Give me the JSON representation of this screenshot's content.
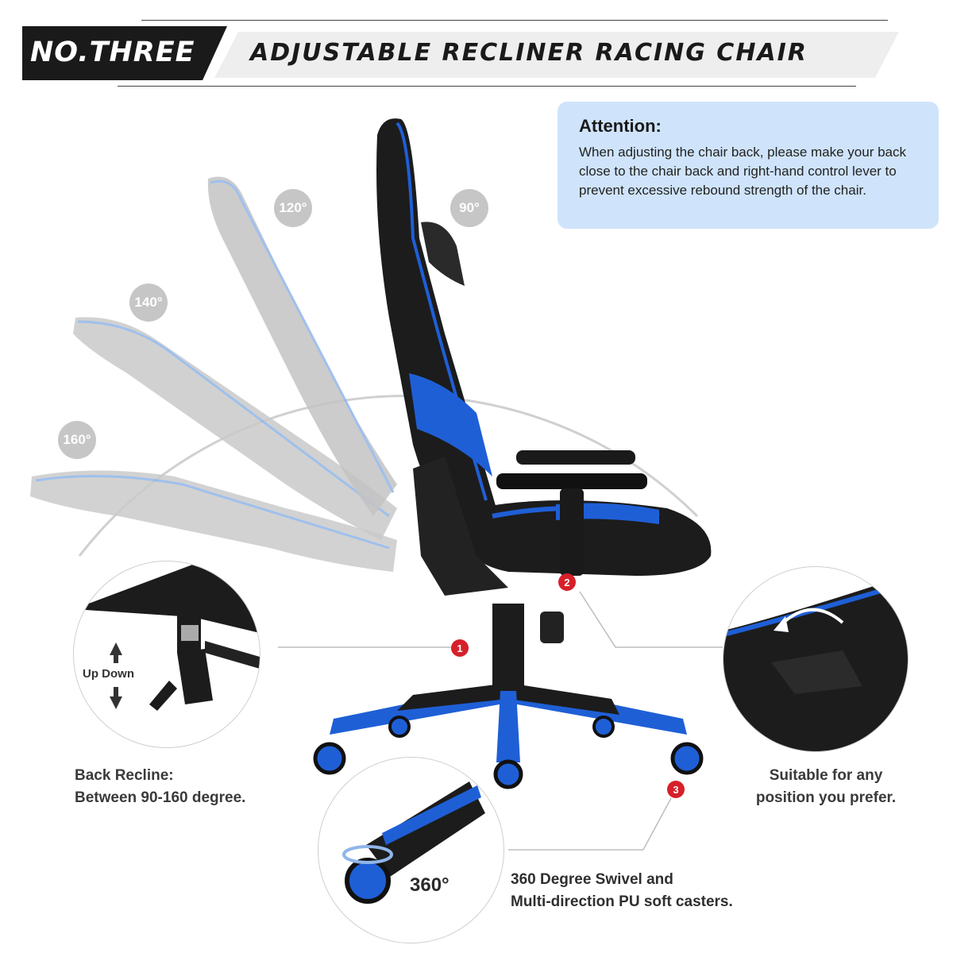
{
  "header": {
    "badge": "NO.THREE",
    "title": "ADJUSTABLE RECLINER RACING CHAIR"
  },
  "attention": {
    "title": "Attention:",
    "body": "When adjusting the chair back, please make your back close to the chair back and right-hand control lever to prevent excessive rebound strength of the chair."
  },
  "angles": [
    "120°",
    "90°",
    "140°",
    "160°"
  ],
  "callouts": {
    "height": {
      "number": "1",
      "label": "Up Down"
    },
    "armrest": {
      "number": "2"
    },
    "caster": {
      "number": "3",
      "label": "360°"
    }
  },
  "captions": {
    "recline_line1": "Back Recline:",
    "recline_line2": "Between 90-160 degree.",
    "position_line1": "Suitable for any",
    "position_line2": "position you prefer.",
    "swivel_line1": "360 Degree Swivel and",
    "swivel_line2": "Multi-direction PU soft casters."
  },
  "colors": {
    "accent_blue": "#1f5fd6",
    "chair_black": "#1c1c1c",
    "ghost_gray": "#c9c9c9",
    "marker_red": "#d6202a",
    "attention_bg": "#cfe4fb"
  }
}
